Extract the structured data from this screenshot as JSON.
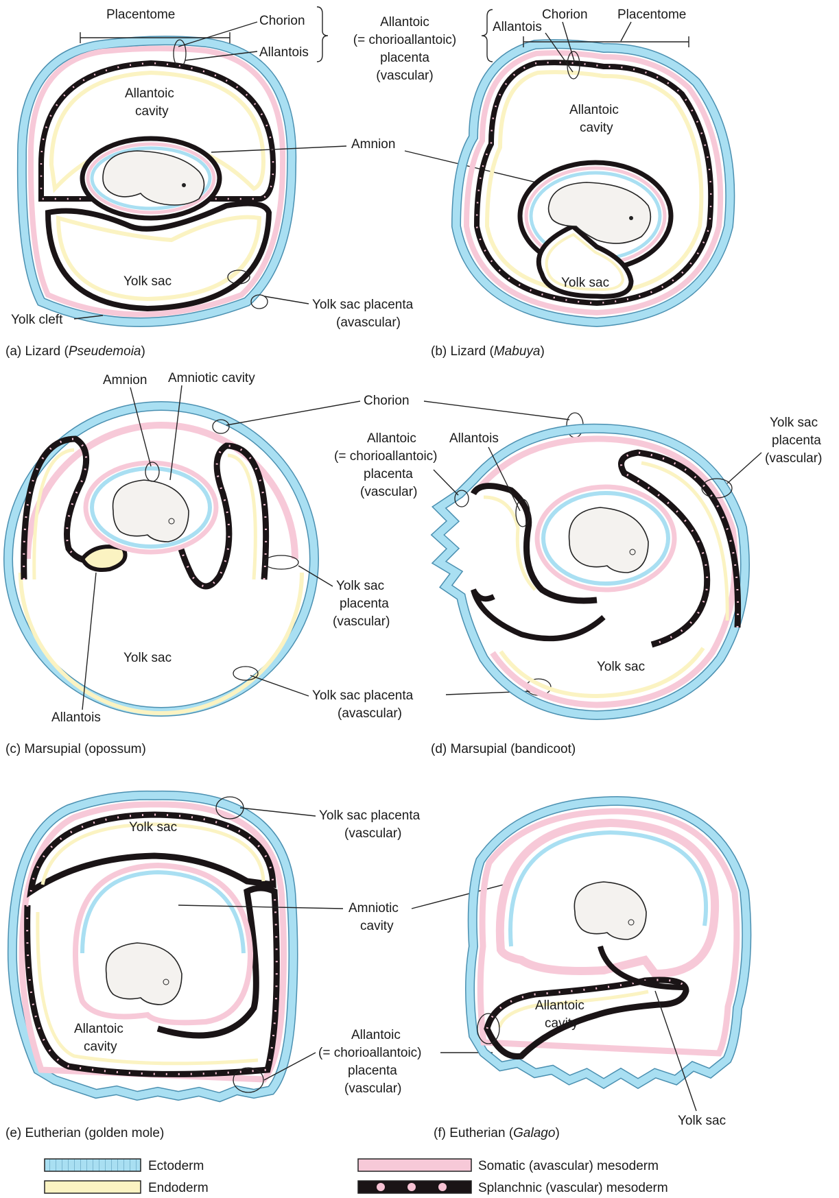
{
  "colors": {
    "ectoderm": "#a9dff2",
    "ectoderm_line": "#4a8fb0",
    "endoderm": "#fbf3c2",
    "somatic": "#f7c9d8",
    "splanchnic": "#1a1416",
    "dots": "#f7c2d4",
    "outline": "#222222"
  },
  "panel_a": {
    "caption_prefix": "(a)  Lizard (",
    "caption_italic": "Pseudemoia",
    "caption_suffix": ")",
    "placentome": "Placentome",
    "chorion": "Chorion",
    "allantois": "Allantois",
    "allantoic_cavity_1": "Allantoic",
    "allantoic_cavity_2": "cavity",
    "yolk_sac": "Yolk sac",
    "yolk_cleft": "Yolk cleft"
  },
  "shared_ab": {
    "allantoic_placenta_1": "Allantoic",
    "allantoic_placenta_2": "(= chorioallantoic)",
    "allantoic_placenta_3": "placenta",
    "allantoic_placenta_4": "(vascular)",
    "amnion": "Amnion",
    "ys_placenta_1": "Yolk sac placenta",
    "ys_placenta_2": "(avascular)"
  },
  "panel_b": {
    "caption_prefix": "(b)  Lizard (",
    "caption_italic": "Mabuya",
    "caption_suffix": ")",
    "allantois": "Allantois",
    "chorion": "Chorion",
    "placentome": "Placentome",
    "allantoic_cavity_1": "Allantoic",
    "allantoic_cavity_2": "cavity",
    "yolk_sac": "Yolk sac"
  },
  "panel_c": {
    "caption": "(c)  Marsupial (opossum)",
    "amnion": "Amnion",
    "amniotic_cavity": "Amniotic cavity",
    "ys_placenta_1": "Yolk sac",
    "ys_placenta_2": "placenta",
    "ys_placenta_3": "(vascular)",
    "yolk_sac": "Yolk sac",
    "allantois": "Allantois"
  },
  "shared_cd": {
    "chorion": "Chorion",
    "ys_placenta_1": "Yolk sac placenta",
    "ys_placenta_2": "(avascular)"
  },
  "panel_d": {
    "caption": "(d)  Marsupial (bandicoot)",
    "allantoic_placenta_1": "Allantoic",
    "allantoic_placenta_2": "(= chorioallantoic)",
    "allantoic_placenta_3": "placenta",
    "allantoic_placenta_4": "(vascular)",
    "allantois": "Allantois",
    "ys_placenta_1": "Yolk sac",
    "ys_placenta_2": "placenta",
    "ys_placenta_3": "(vascular)",
    "yolk_sac": "Yolk sac"
  },
  "panel_e": {
    "caption": "(e)  Eutherian (golden mole)",
    "yolk_sac": "Yolk sac",
    "ys_placenta_1": "Yolk sac placenta",
    "ys_placenta_2": "(vascular)",
    "allantoic_cavity_1": "Allantoic",
    "allantoic_cavity_2": "cavity"
  },
  "shared_ef": {
    "amniotic_cavity_1": "Amniotic",
    "amniotic_cavity_2": "cavity",
    "allantoic_placenta_1": "Allantoic",
    "allantoic_placenta_2": "(= chorioallantoic)",
    "allantoic_placenta_3": "placenta",
    "allantoic_placenta_4": "(vascular)"
  },
  "panel_f": {
    "caption_prefix": "(f)  Eutherian (",
    "caption_italic": "Galago",
    "caption_suffix": ")",
    "allantoic_cavity_1": "Allantoic",
    "allantoic_cavity_2": "cavity",
    "yolk_sac": "Yolk sac"
  },
  "legend": {
    "ectoderm": "Ectoderm",
    "endoderm": "Endoderm",
    "somatic": "Somatic (avascular) mesoderm",
    "splanchnic": "Splanchnic (vascular) mesoderm"
  }
}
